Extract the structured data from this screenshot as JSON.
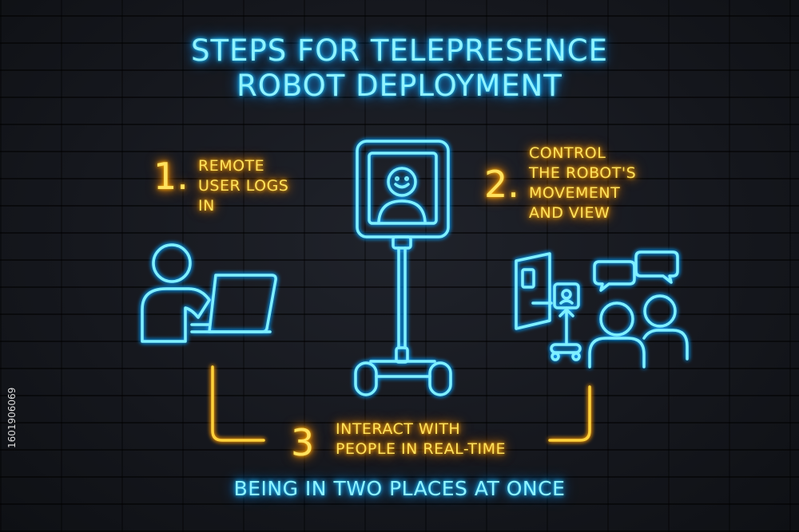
{
  "title": {
    "line1": "STEPS FOR TELEPRESENCE",
    "line2": "ROBOT DEPLOYMENT"
  },
  "steps": [
    {
      "number": "1.",
      "text": "REMOTE\nUSER LOGS\nIN"
    },
    {
      "number": "2.",
      "text": "CONTROL\nTHE ROBOT'S\nMOVEMENT\nAND VIEW"
    },
    {
      "number": "3",
      "text": "INTERACT WITH\nPEOPLE IN REAL-TIME"
    }
  ],
  "footer": "BEING IN TWO PLACES AT ONCE",
  "watermark": "1601906069",
  "icons": {
    "user": "person-at-laptop-icon",
    "robot": "telepresence-robot-icon",
    "people": "people-talking-icon"
  },
  "colors": {
    "neon_blue": "#7ef0ff",
    "neon_yellow": "#ffd23a",
    "background": "#14161c"
  }
}
